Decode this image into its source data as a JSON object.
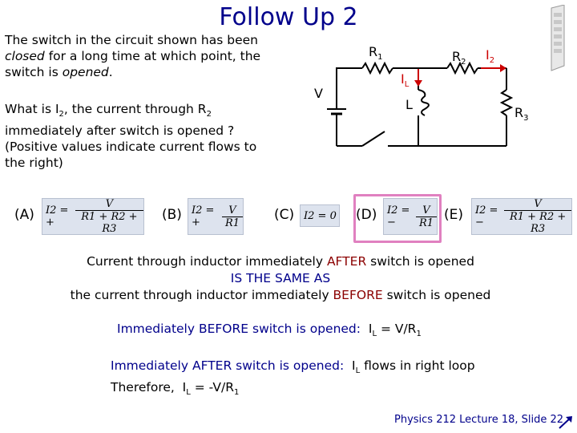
{
  "slide": {
    "title": "Follow Up 2",
    "question_p1_a": "The switch in the circuit shown has been ",
    "question_p1_closed": "closed",
    "question_p1_b": " for a long time at which point, the switch is ",
    "question_p1_opened": "opened",
    "question_p1_c": ".",
    "question_p2": "What is I2, the current through R2 immediately after switch is opened ? (Positive values indicate current flows to the right)"
  },
  "circuit": {
    "labels": {
      "r1": "R1",
      "r2": "R2",
      "r3": "R3",
      "i2": "I2",
      "il": "IL",
      "l": "L",
      "v": "V"
    }
  },
  "options": [
    {
      "label": "(A)",
      "lhs": "I2 = +",
      "num": "V",
      "den": "R1 + R2 + R3"
    },
    {
      "label": "(B)",
      "lhs": "I2 = +",
      "num": "V",
      "den": "R1"
    },
    {
      "label": "(C)",
      "lhs": "I2 = 0"
    },
    {
      "label": "(D)",
      "lhs": "I2 = −",
      "num": "V",
      "den": "R1"
    },
    {
      "label": "(E)",
      "lhs": "I2 = −",
      "num": "V",
      "den": "R1 + R2 + R3"
    }
  ],
  "explanation": {
    "line1_a": "Current through inductor immediately ",
    "line1_b": "AFTER",
    "line1_c": " switch is opened",
    "line2": "IS THE SAME AS",
    "line3_a": "the current through inductor immediately ",
    "line3_b": "BEFORE",
    "line3_c": " switch is opened",
    "before_a": "Immediately BEFORE switch is opened:",
    "before_b": "IL = V/R1",
    "after_a": "Immediately AFTER switch is opened:",
    "after_b": "IL flows in right loop",
    "after_c": "Therefore,  IL = -V/R1"
  },
  "footer": "Physics 212  Lecture 18, Slide  22"
}
